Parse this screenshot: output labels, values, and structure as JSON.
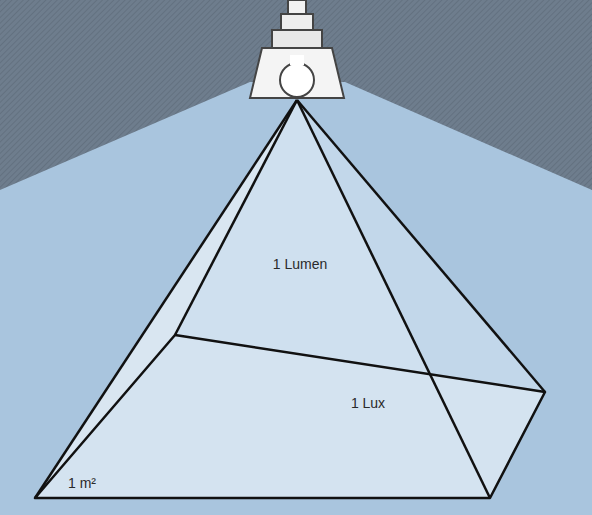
{
  "diagram": {
    "labels": [
      "1 Lumen",
      "1 Lux",
      "1 m²"
    ]
  }
}
